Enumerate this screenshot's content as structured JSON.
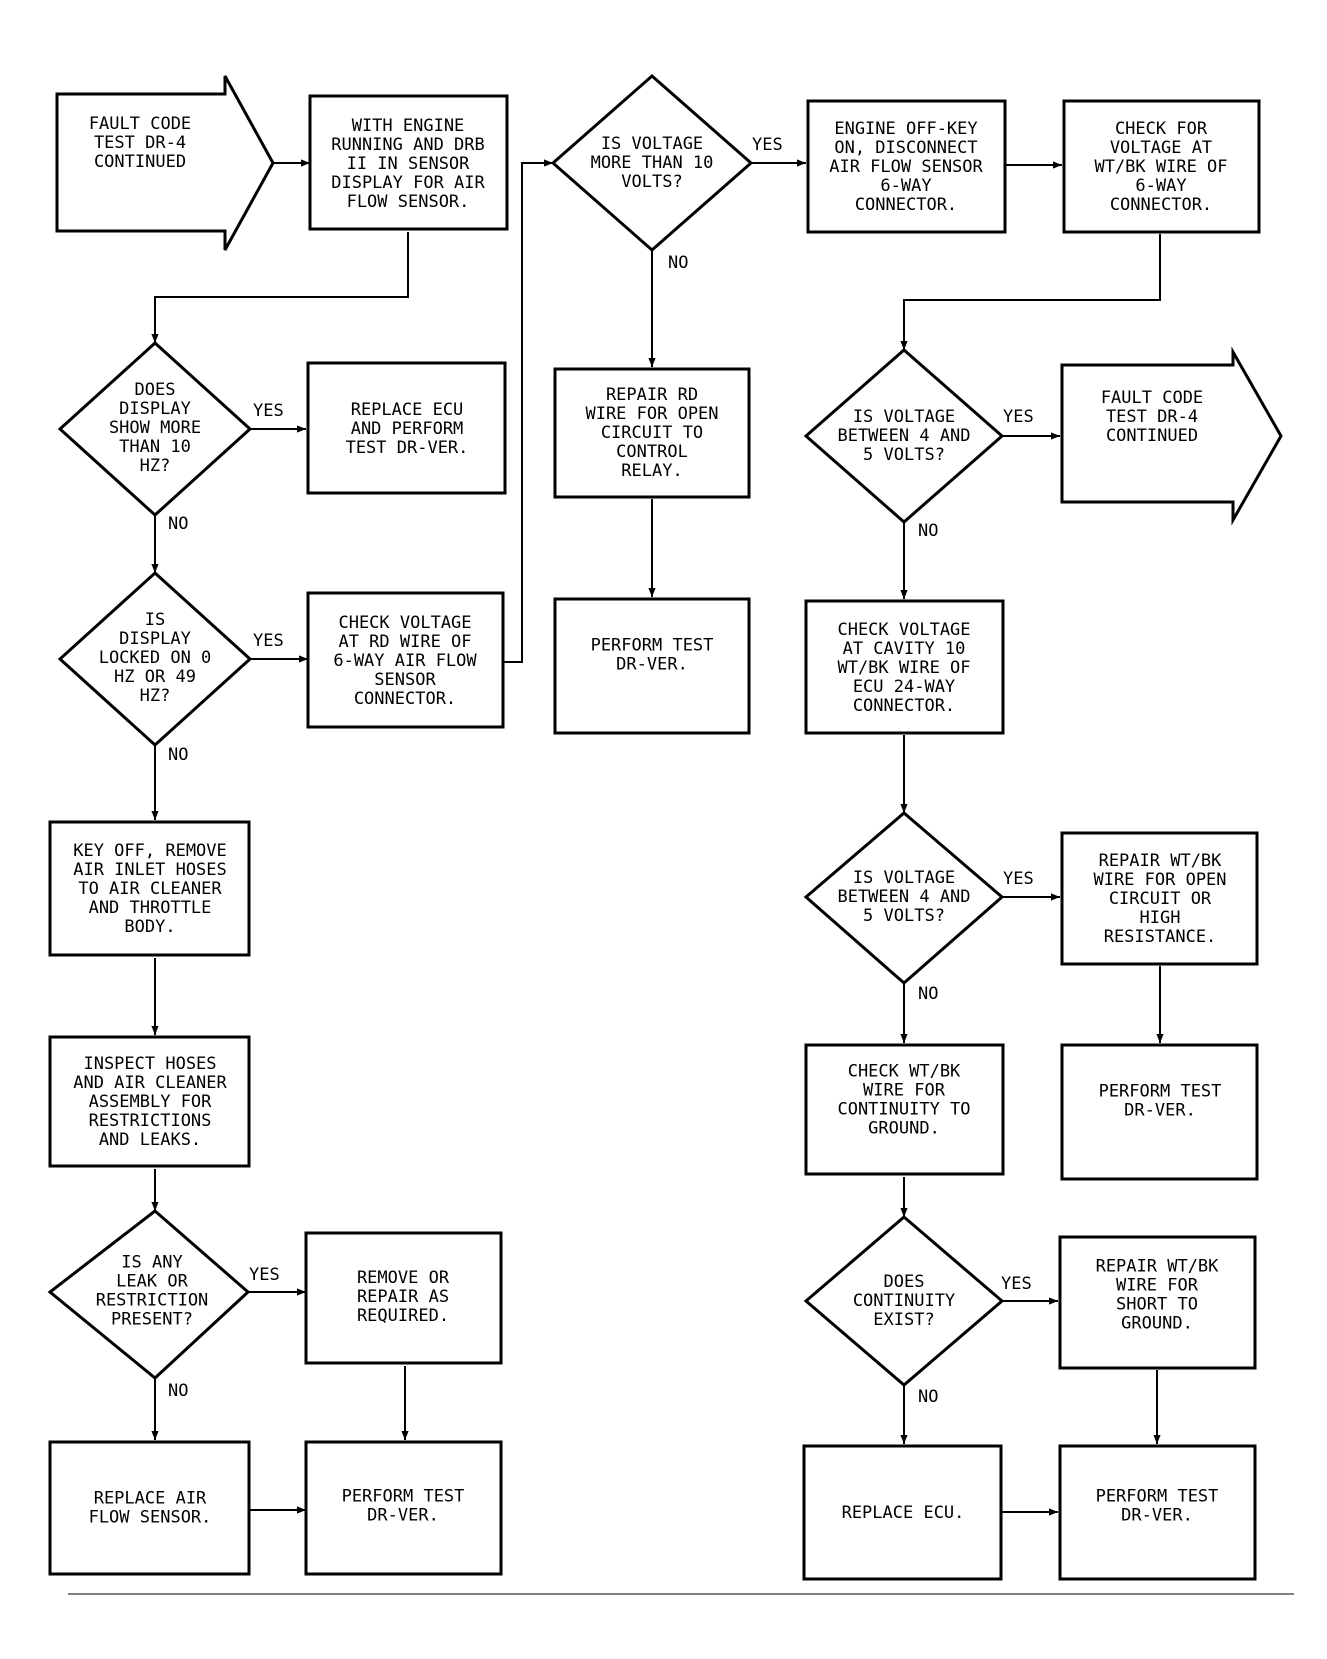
{
  "nodes": {
    "start_arrow": [
      "FAULT CODE",
      "TEST DR-4",
      "CONTINUED"
    ],
    "engine_running": [
      "WITH ENGINE",
      "RUNNING AND DRB",
      "II IN SENSOR",
      "DISPLAY FOR AIR",
      "FLOW SENSOR."
    ],
    "q_more_10hz": [
      "DOES",
      "DISPLAY",
      "SHOW MORE",
      "THAN 10",
      "HZ?"
    ],
    "replace_ecu_perform": [
      "REPLACE ECU",
      "AND PERFORM",
      "TEST DR-VER."
    ],
    "q_locked": [
      "IS",
      "DISPLAY",
      "LOCKED ON 0",
      "HZ OR 49",
      "HZ?"
    ],
    "check_voltage_rd": [
      "CHECK VOLTAGE",
      "AT RD WIRE OF",
      "6-WAY AIR FLOW",
      "SENSOR",
      "CONNECTOR."
    ],
    "key_off_remove": [
      "KEY OFF, REMOVE",
      "AIR INLET HOSES",
      "TO AIR CLEANER",
      "AND THROTTLE",
      "BODY."
    ],
    "inspect_hoses": [
      "INSPECT HOSES",
      "AND AIR CLEANER",
      "ASSEMBLY FOR",
      "RESTRICTIONS",
      "AND LEAKS."
    ],
    "q_leak": [
      "IS ANY",
      "LEAK OR",
      "RESTRICTION",
      "PRESENT?"
    ],
    "remove_repair": [
      "REMOVE OR",
      "REPAIR AS",
      "REQUIRED."
    ],
    "replace_afs": [
      "REPLACE AIR",
      "FLOW SENSOR."
    ],
    "perform_test_a": [
      "PERFORM TEST",
      "DR-VER."
    ],
    "q_more_10v": [
      "IS VOLTAGE",
      "MORE THAN 10",
      "VOLTS?"
    ],
    "repair_rd": [
      "REPAIR RD",
      "WIRE FOR OPEN",
      "CIRCUIT TO",
      "CONTROL",
      "RELAY."
    ],
    "perform_test_b": [
      "PERFORM TEST",
      "DR-VER."
    ],
    "engine_off_key": [
      "ENGINE OFF-KEY",
      "ON, DISCONNECT",
      "AIR FLOW SENSOR",
      "6-WAY",
      "CONNECTOR."
    ],
    "check_wtbk_6way": [
      "CHECK FOR",
      "VOLTAGE AT",
      "WT/BK WIRE OF",
      "6-WAY",
      "CONNECTOR."
    ],
    "q_between_4_5_a": [
      "IS VOLTAGE",
      "BETWEEN 4 AND",
      "5 VOLTS?"
    ],
    "end_arrow": [
      "FAULT CODE",
      "TEST DR-4",
      "CONTINUED"
    ],
    "check_cavity10": [
      "CHECK VOLTAGE",
      "AT CAVITY 10",
      "WT/BK WIRE OF",
      "ECU 24-WAY",
      "CONNECTOR."
    ],
    "q_between_4_5_b": [
      "IS VOLTAGE",
      "BETWEEN 4 AND",
      "5 VOLTS?"
    ],
    "repair_wtbk_open": [
      "REPAIR WT/BK",
      "WIRE FOR OPEN",
      "CIRCUIT OR",
      "HIGH",
      "RESISTANCE."
    ],
    "check_wtbk_cont": [
      "CHECK WT/BK",
      "WIRE FOR",
      "CONTINUITY TO",
      "GROUND."
    ],
    "perform_test_c": [
      "PERFORM TEST",
      "DR-VER."
    ],
    "q_continuity": [
      "DOES",
      "CONTINUITY",
      "EXIST?"
    ],
    "repair_wtbk_short": [
      "REPAIR WT/BK",
      "WIRE FOR",
      "SHORT TO",
      "GROUND."
    ],
    "replace_ecu": [
      "REPLACE ECU."
    ],
    "perform_test_d": [
      "PERFORM TEST",
      "DR-VER."
    ]
  },
  "edge_labels": {
    "yes": "YES",
    "no": "NO"
  }
}
